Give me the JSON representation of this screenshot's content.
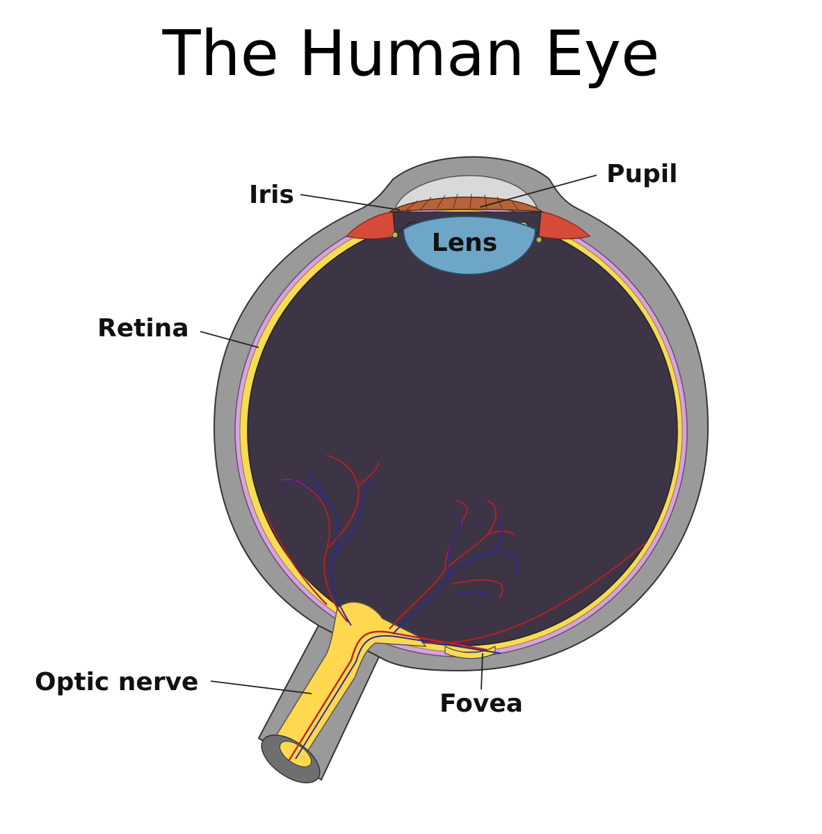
{
  "title": "The Human Eye",
  "labels": {
    "iris": "Iris",
    "pupil": "Pupil",
    "lens": "Lens",
    "retina": "Retina",
    "optic_nerve": "Optic nerve",
    "fovea": "Fovea"
  },
  "colors": {
    "sclera": "#9a9a9a",
    "vitreous": "#3d3445",
    "cornea": "#d9d9d9",
    "iris": "#b8643a",
    "ciliary": "#d64a3a",
    "lens": "#6ea6c8",
    "retina": "#f7da55",
    "choroid": "#d6a3e0",
    "nerve": "#ffd84f",
    "artery": "#c0242a",
    "vein": "#2a2a9a"
  }
}
